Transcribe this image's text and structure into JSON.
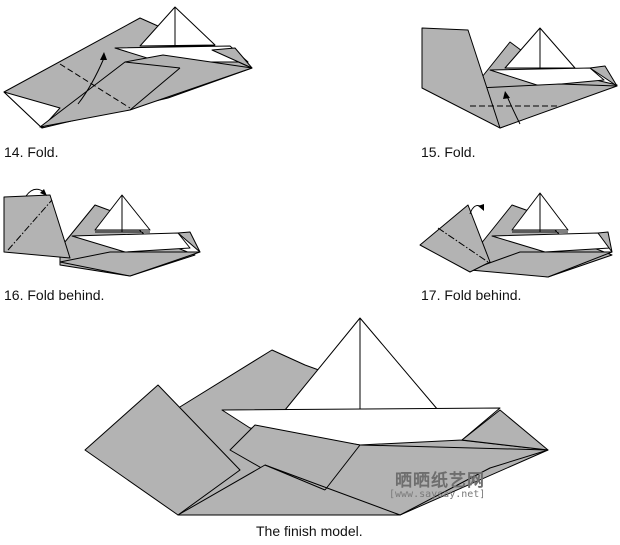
{
  "steps": [
    {
      "caption": "14. Fold."
    },
    {
      "caption": "15. Fold."
    },
    {
      "caption": "16. Fold behind."
    },
    {
      "caption": "17. Fold behind."
    }
  ],
  "final": {
    "caption": "The finish model."
  },
  "watermark": {
    "cn": "晒晒纸艺网",
    "url": "[www.saysay.net]"
  },
  "colors": {
    "paper_shaded": "#b3b3b3",
    "paper_white": "#ffffff",
    "line": "#000000"
  }
}
